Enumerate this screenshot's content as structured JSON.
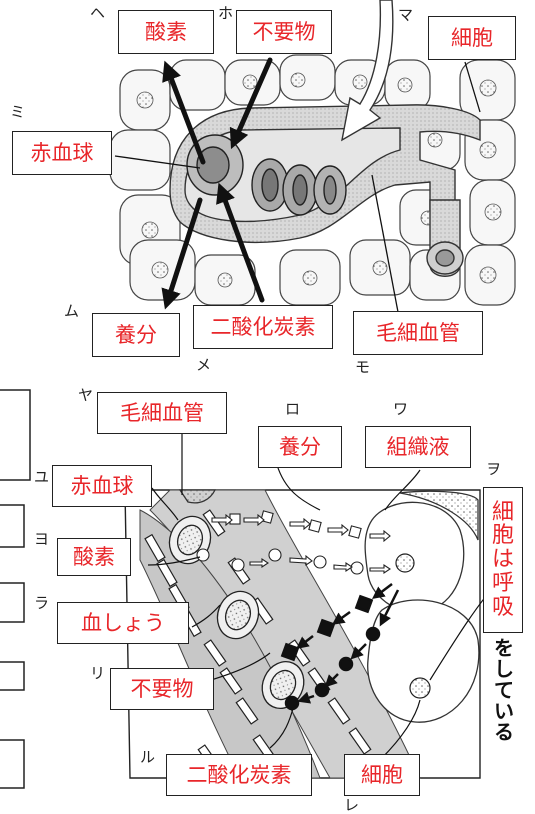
{
  "top": {
    "labels": {
      "oxygen": "酸素",
      "waste": "不要物",
      "cell": "細胞",
      "rbc": "赤血球",
      "nutrients": "養分",
      "co2": "二酸化炭素",
      "capillary": "毛細血管"
    },
    "kana": [
      "ヘ",
      "ホ",
      "マ",
      "ミ",
      "ム",
      "メ",
      "モ"
    ]
  },
  "bottom": {
    "labels": {
      "capillary": "毛細血管",
      "nutrients": "養分",
      "tissue_fluid": "組織液",
      "rbc": "赤血球",
      "oxygen": "酸素",
      "plasma": "血しょう",
      "waste": "不要物",
      "co2": "二酸化炭素",
      "cell": "細胞",
      "respiration_red": [
        "細",
        "胞",
        "は",
        "呼",
        "吸"
      ],
      "respiration_black": [
        "を",
        "し",
        "て",
        "い",
        "る"
      ]
    },
    "kana": [
      "ヤ",
      "ロ",
      "ワ",
      "ユ",
      "ヲ",
      "ヨ",
      "ラ",
      "リ",
      "ル",
      "レ"
    ]
  }
}
